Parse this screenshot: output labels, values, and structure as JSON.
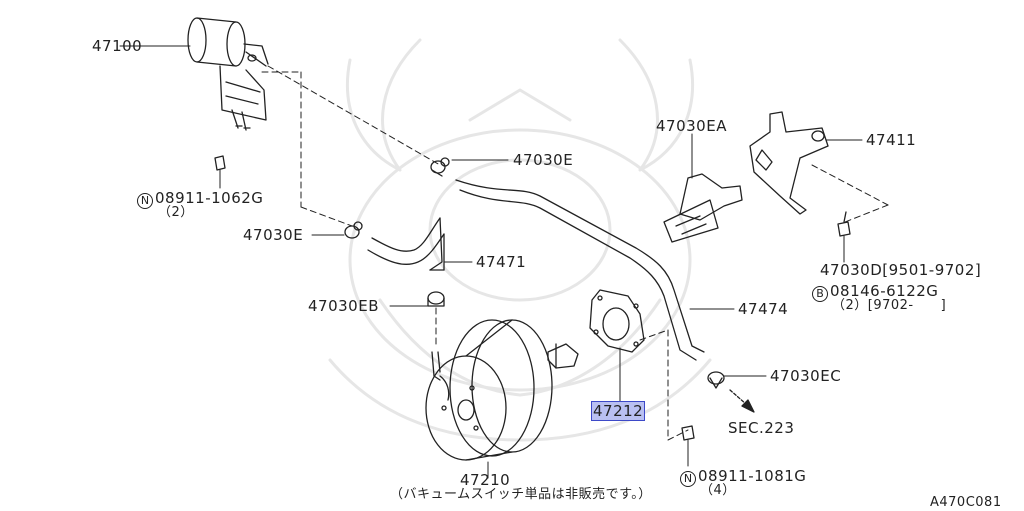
{
  "diagram": {
    "code": "A470C081",
    "note": "（バキュームスイッチ単品は非販売です。）",
    "parts": {
      "p47100": "47100",
      "p47030e_top": "47030E",
      "p47030e_left": "47030E",
      "p47471": "47471",
      "p47030ea": "47030EA",
      "p47411": "47411",
      "p47030eb": "47030EB",
      "p47474": "47474",
      "p47212": "47212",
      "p47030ec": "47030EC",
      "p47210": "47210",
      "sec": "SEC.223"
    },
    "fasteners": {
      "top_left": {
        "symbol": "N",
        "part": "08911-1062G",
        "qty": "（2）"
      },
      "bottom": {
        "symbol": "N",
        "part": "08911-1081G",
        "qty": "（4）"
      },
      "right_b": {
        "symbol": "B",
        "part": "08146-6122G",
        "qty": "（2）[9702-　　]"
      },
      "right_d": {
        "part": "47030D[9501-9702]"
      }
    },
    "highlight_color": "#b9c0f2"
  }
}
